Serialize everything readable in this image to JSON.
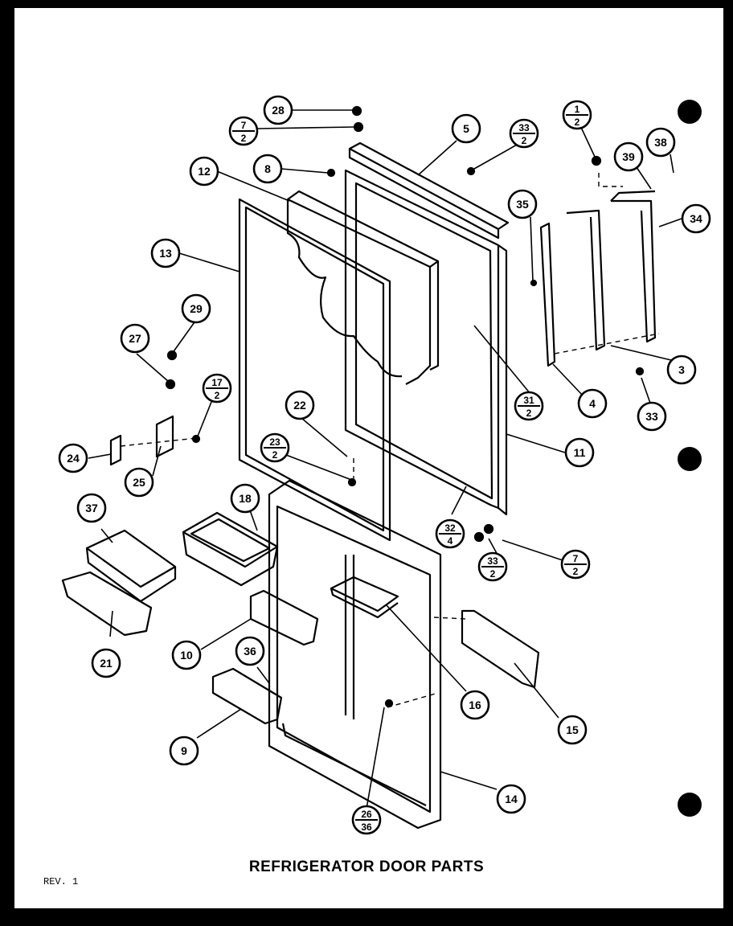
{
  "title": "REFRIGERATOR DOOR PARTS",
  "revision": "REV. 1",
  "callouts": [
    {
      "id": "c28",
      "label": "28"
    },
    {
      "id": "c7-2a",
      "label": "7",
      "sub": "2"
    },
    {
      "id": "c5",
      "label": "5"
    },
    {
      "id": "c33-2a",
      "label": "33",
      "sub": "2"
    },
    {
      "id": "c1-2",
      "label": "1",
      "sub": "2"
    },
    {
      "id": "c38",
      "label": "38"
    },
    {
      "id": "c39",
      "label": "39"
    },
    {
      "id": "c34",
      "label": "34"
    },
    {
      "id": "c12",
      "label": "12"
    },
    {
      "id": "c8",
      "label": "8"
    },
    {
      "id": "c35",
      "label": "35"
    },
    {
      "id": "c13",
      "label": "13"
    },
    {
      "id": "c29",
      "label": "29"
    },
    {
      "id": "c27",
      "label": "27"
    },
    {
      "id": "c3",
      "label": "3"
    },
    {
      "id": "c17-2",
      "label": "17",
      "sub": "2"
    },
    {
      "id": "c22",
      "label": "22"
    },
    {
      "id": "c31-2",
      "label": "31",
      "sub": "2"
    },
    {
      "id": "c4",
      "label": "4"
    },
    {
      "id": "c33",
      "label": "33"
    },
    {
      "id": "c23-2",
      "label": "23",
      "sub": "2"
    },
    {
      "id": "c11",
      "label": "11"
    },
    {
      "id": "c24",
      "label": "24"
    },
    {
      "id": "c25",
      "label": "25"
    },
    {
      "id": "c18",
      "label": "18"
    },
    {
      "id": "c37",
      "label": "37"
    },
    {
      "id": "c32-4",
      "label": "32",
      "sub": "4"
    },
    {
      "id": "c33-2b",
      "label": "33",
      "sub": "2"
    },
    {
      "id": "c7-2b",
      "label": "7",
      "sub": "2"
    },
    {
      "id": "c10",
      "label": "10"
    },
    {
      "id": "c21",
      "label": "21"
    },
    {
      "id": "c36",
      "label": "36"
    },
    {
      "id": "c16",
      "label": "16"
    },
    {
      "id": "c15",
      "label": "15"
    },
    {
      "id": "c9",
      "label": "9"
    },
    {
      "id": "c14",
      "label": "14"
    },
    {
      "id": "c26-36",
      "label": "26",
      "sub": "36"
    }
  ]
}
